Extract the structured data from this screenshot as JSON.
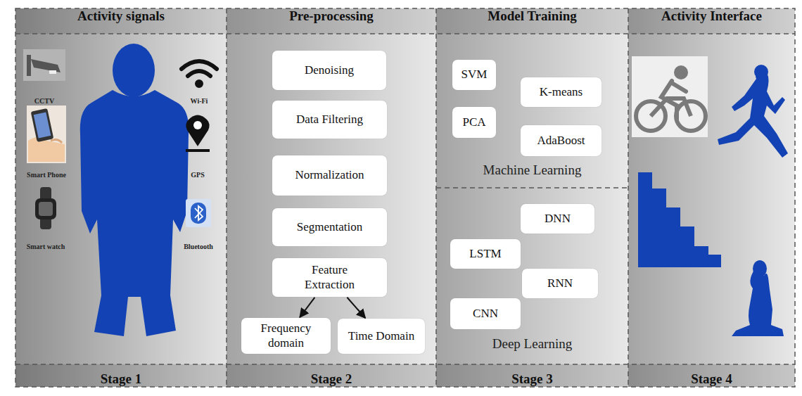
{
  "diagram": {
    "nodes": [
      {
        "text": [
          "Activity signals",
          "Stage 1"
        ]
      },
      {
        "text": [
          "Pre-processing",
          "Stage 2"
        ]
      },
      {
        "text": [
          "Denoising"
        ],
        "in": 1
      },
      {
        "text": [
          "Data Filtering"
        ],
        "in": 1
      },
      {
        "text": [
          "Normalization"
        ],
        "in": 1
      },
      {
        "text": [
          "Segmentation"
        ],
        "in": 1
      },
      {
        "text": [
          "Feature Extraction"
        ],
        "in": 1
      },
      {
        "text": [
          "Frequency domain"
        ],
        "in": 1
      },
      {
        "text": [
          "Time Domain"
        ],
        "in": 1
      },
      {
        "text": [
          "Model Training",
          "Stage 3"
        ]
      },
      {
        "text": [
          "Machine Learning"
        ],
        "in": 9
      },
      {
        "text": [
          "SVM"
        ],
        "in": 10
      },
      {
        "text": [
          "K-means"
        ],
        "in": 10
      },
      {
        "text": [
          "PCA"
        ],
        "in": 10
      },
      {
        "text": [
          "AdaBoost"
        ],
        "in": 10
      },
      {
        "text": [
          "Deep Learning"
        ],
        "in": 9
      },
      {
        "text": [
          "DNN"
        ],
        "in": 15
      },
      {
        "text": [
          "LSTM"
        ],
        "in": 15
      },
      {
        "text": [
          "RNN"
        ],
        "in": 15
      },
      {
        "text": [
          "CNN"
        ],
        "in": 15
      },
      {
        "text": [
          "Activity Interface",
          "Stage 4"
        ]
      }
    ],
    "edges": [
      {
        "from": 6,
        "to": 7,
        "arrow": "to"
      },
      {
        "from": 6,
        "to": 8,
        "arrow": "to"
      }
    ],
    "labels": [
      "CCTV",
      "Smart Phone",
      "Smart watch",
      "Wi-Fi",
      "GPS",
      "Bluetooth"
    ]
  }
}
